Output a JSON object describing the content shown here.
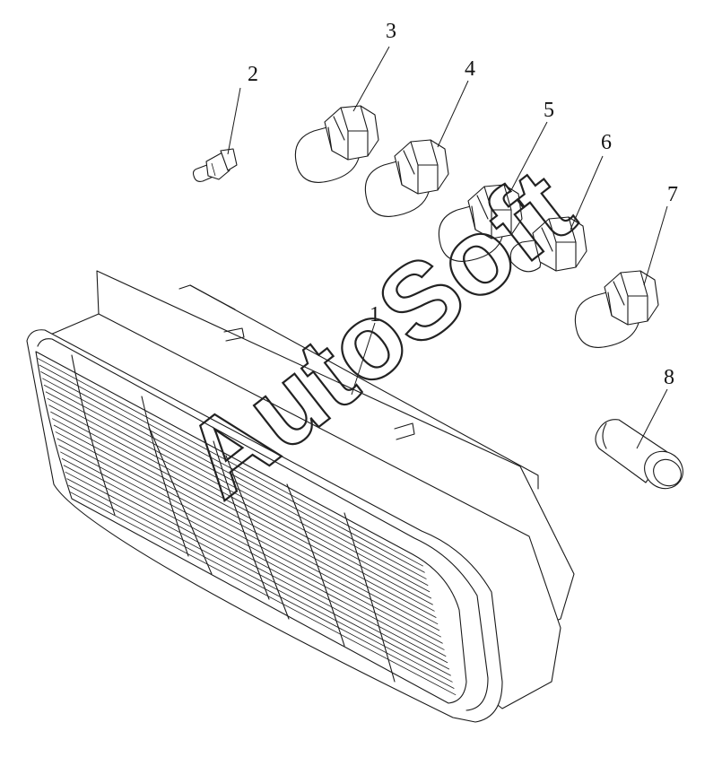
{
  "diagram": {
    "callouts": [
      {
        "id": "c1",
        "label": "1"
      },
      {
        "id": "c2",
        "label": "2"
      },
      {
        "id": "c3",
        "label": "3"
      },
      {
        "id": "c4",
        "label": "4"
      },
      {
        "id": "c5",
        "label": "5"
      },
      {
        "id": "c6",
        "label": "6"
      },
      {
        "id": "c7",
        "label": "7"
      },
      {
        "id": "c8",
        "label": "8"
      }
    ]
  },
  "watermark": {
    "text": "AutoSoft"
  },
  "colors": {
    "line": "#1a1a1a",
    "background": "#ffffff"
  }
}
